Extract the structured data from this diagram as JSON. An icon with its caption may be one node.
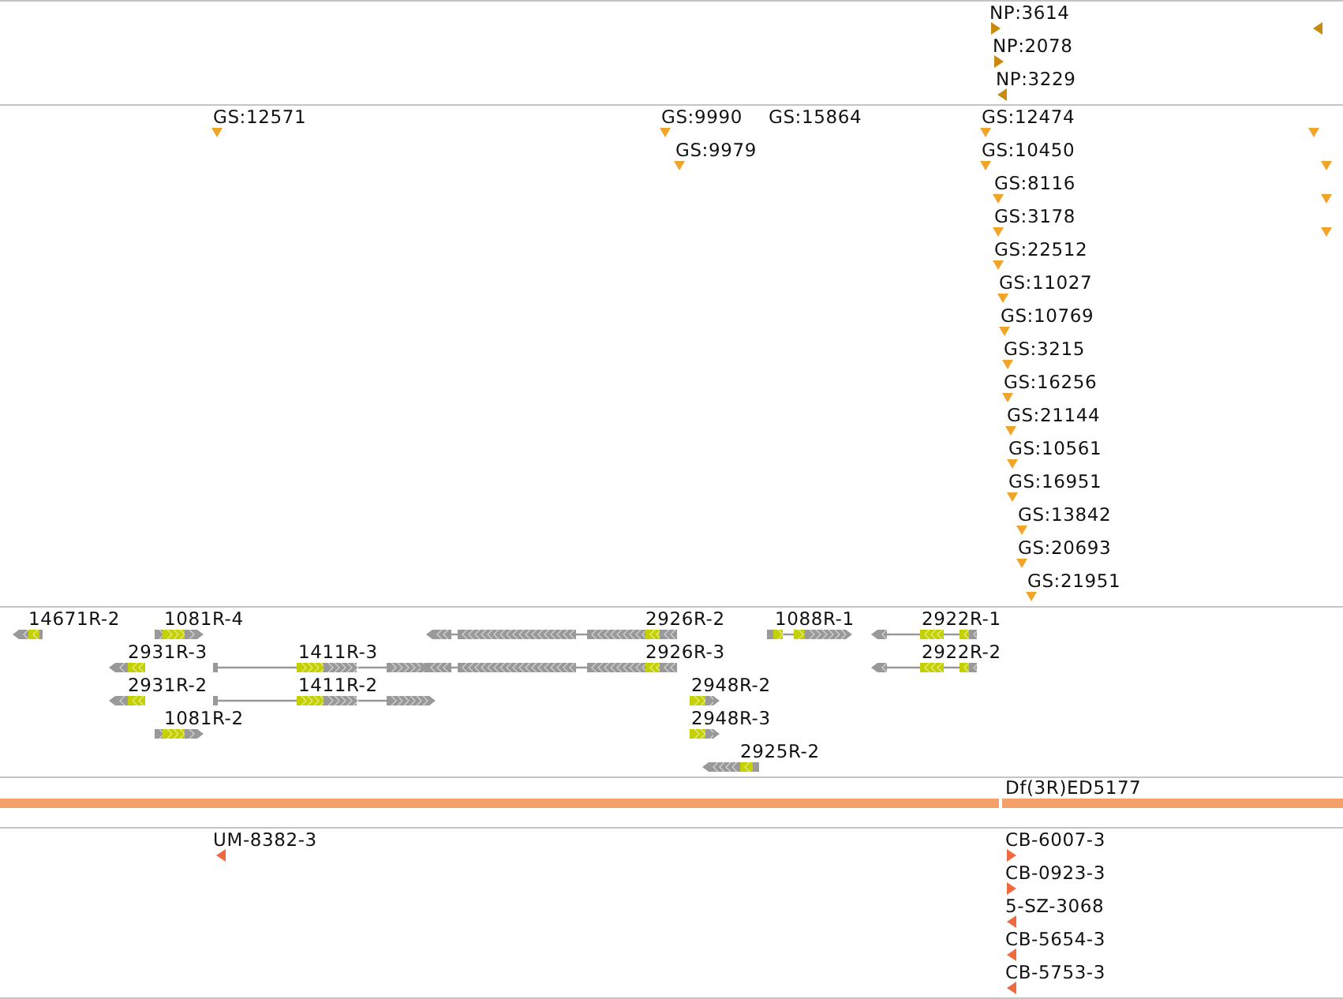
{
  "diagram": {
    "nodes": [
      {
        "text": [
          "NP:3614"
        ]
      },
      {
        "text": [
          "NP:2078"
        ]
      },
      {
        "text": [
          "NP:3229"
        ]
      },
      {
        "text": [
          "GS:12571"
        ]
      },
      {
        "text": [
          "GS:9990"
        ]
      },
      {
        "text": [
          "GS:15864"
        ]
      },
      {
        "text": [
          "GS:12474"
        ]
      },
      {
        "text": [
          "GS:9979"
        ]
      },
      {
        "text": [
          "GS:10450"
        ]
      },
      {
        "text": [
          "GS:8116"
        ]
      },
      {
        "text": [
          "GS:3178"
        ]
      },
      {
        "text": [
          "GS:22512"
        ]
      },
      {
        "text": [
          "GS:11027"
        ]
      },
      {
        "text": [
          "GS:10769"
        ]
      },
      {
        "text": [
          "GS:3215"
        ]
      },
      {
        "text": [
          "GS:16256"
        ]
      },
      {
        "text": [
          "GS:21144"
        ]
      },
      {
        "text": [
          "GS:10561"
        ]
      },
      {
        "text": [
          "GS:16951"
        ]
      },
      {
        "text": [
          "GS:13842"
        ]
      },
      {
        "text": [
          "GS:20693"
        ]
      },
      {
        "text": [
          "GS:21951"
        ]
      },
      {
        "text": [
          "14671R-2"
        ]
      },
      {
        "text": [
          "1081R-4"
        ]
      },
      {
        "text": [
          "2926R-2"
        ]
      },
      {
        "text": [
          "1088R-1"
        ]
      },
      {
        "text": [
          "2922R-1"
        ]
      },
      {
        "text": [
          "2931R-3"
        ]
      },
      {
        "text": [
          "1411R-3"
        ]
      },
      {
        "text": [
          "2926R-3"
        ]
      },
      {
        "text": [
          "2922R-2"
        ]
      },
      {
        "text": [
          "2931R-2"
        ]
      },
      {
        "text": [
          "1411R-2"
        ]
      },
      {
        "text": [
          "2948R-2"
        ]
      },
      {
        "text": [
          "1081R-2"
        ]
      },
      {
        "text": [
          "2948R-3"
        ]
      },
      {
        "text": [
          "2925R-2"
        ]
      },
      {
        "text": [
          "Df(3R)ED5177"
        ]
      },
      {
        "text": [
          "UM-8382-3"
        ]
      },
      {
        "text": [
          "CB-6007-3"
        ]
      },
      {
        "text": [
          "CB-0923-3"
        ]
      },
      {
        "text": [
          "5-SZ-3068"
        ]
      },
      {
        "text": [
          "CB-5654-3"
        ]
      },
      {
        "text": [
          "CB-5753-3"
        ]
      }
    ]
  }
}
